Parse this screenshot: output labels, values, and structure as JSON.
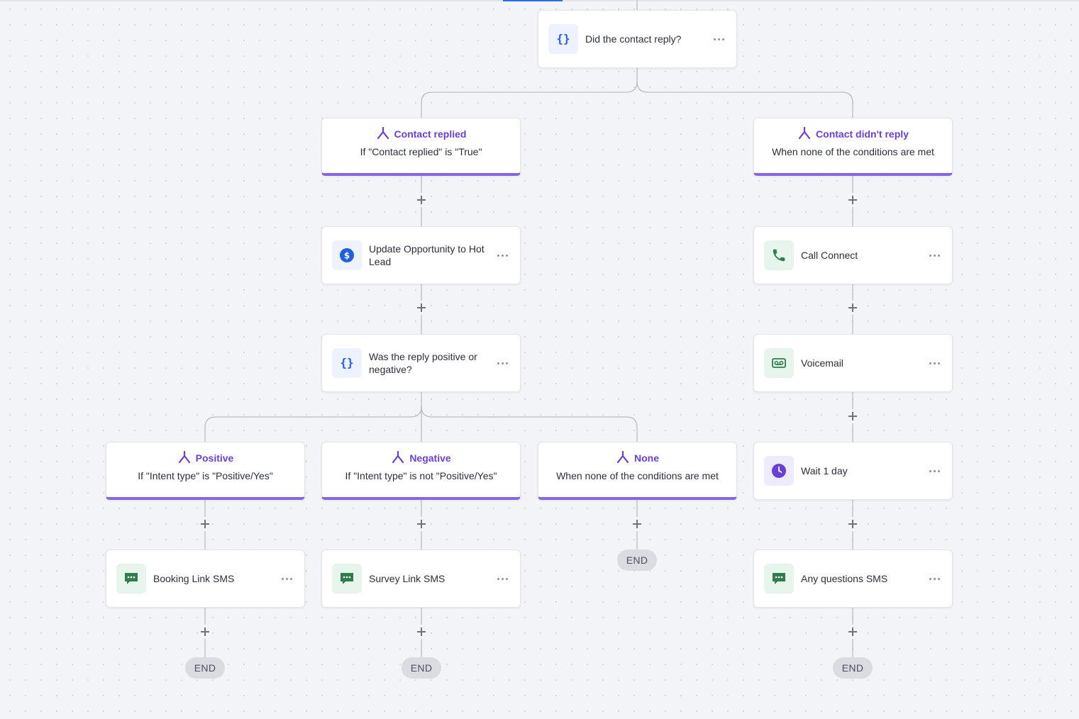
{
  "condition_root": {
    "label": "Did the contact reply?",
    "icon": "braces-icon"
  },
  "branches": {
    "contact_replied": {
      "title": "Contact replied",
      "subtitle": "If \"Contact replied\" is \"True\""
    },
    "contact_didnt_reply": {
      "title": "Contact didn't reply",
      "subtitle": "When none of the conditions are met"
    },
    "positive": {
      "title": "Positive",
      "subtitle": "If \"Intent type\" is \"Positive/Yes\""
    },
    "negative": {
      "title": "Negative",
      "subtitle": "If \"Intent type\" is not \"Positive/Yes\""
    },
    "none": {
      "title": "None",
      "subtitle": "When none of the conditions are met"
    }
  },
  "actions": {
    "update_opportunity": {
      "label": "Update Opportunity to Hot Lead",
      "icon": "dollar-icon"
    },
    "reply_condition": {
      "label": "Was the reply positive or negative?",
      "icon": "braces-icon"
    },
    "booking_sms": {
      "label": "Booking Link SMS",
      "icon": "sms-icon"
    },
    "survey_sms": {
      "label": "Survey Link SMS",
      "icon": "sms-icon"
    },
    "call_connect": {
      "label": "Call Connect",
      "icon": "phone-icon"
    },
    "voicemail": {
      "label": "Voicemail",
      "icon": "voicemail-icon"
    },
    "wait": {
      "label": "Wait 1 day",
      "icon": "clock-icon"
    },
    "questions_sms": {
      "label": "Any questions SMS",
      "icon": "sms-icon"
    }
  },
  "end_label": "END",
  "colors": {
    "accent_purple": "#6b3fd6",
    "branch_bar": "#8566e6",
    "icon_blue": "#1f5fe0",
    "icon_green": "#2f7d4f",
    "connector": "#b9bcc5"
  }
}
